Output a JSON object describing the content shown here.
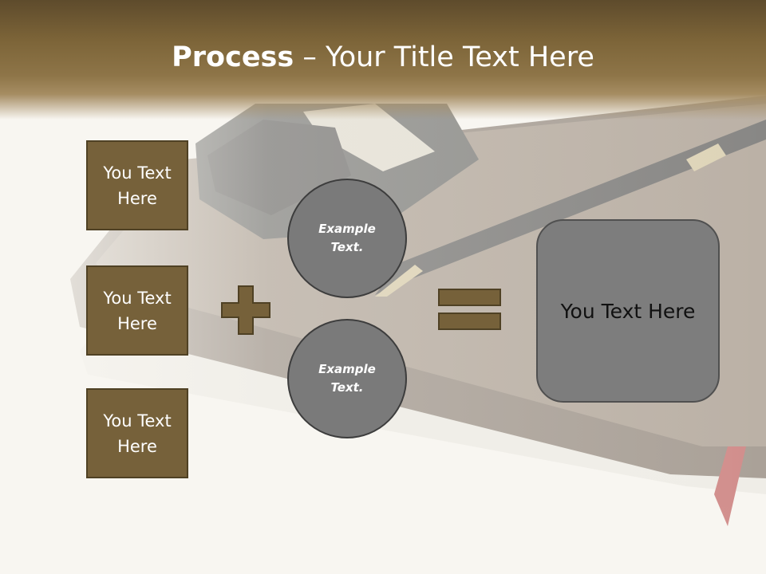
{
  "title": {
    "bold": "Process",
    "rest": " – Your Title Text Here"
  },
  "left_boxes": [
    {
      "label": "You Text\nHere"
    },
    {
      "label": "You Text\nHere"
    },
    {
      "label": "You Text\nHere"
    }
  ],
  "circles": [
    {
      "label": "Example\nText."
    },
    {
      "label": "Example\nText."
    }
  ],
  "result": {
    "label": "You Text Here"
  },
  "operators": {
    "plus": "plus-icon",
    "equals": "equals-icon"
  },
  "colors": {
    "box_fill": "#76613a",
    "box_border": "#4f4124",
    "circle_fill": "#7a7a7a",
    "result_fill": "#7d7d7d",
    "header": "#7c6438",
    "background": "#f8f6f1"
  }
}
